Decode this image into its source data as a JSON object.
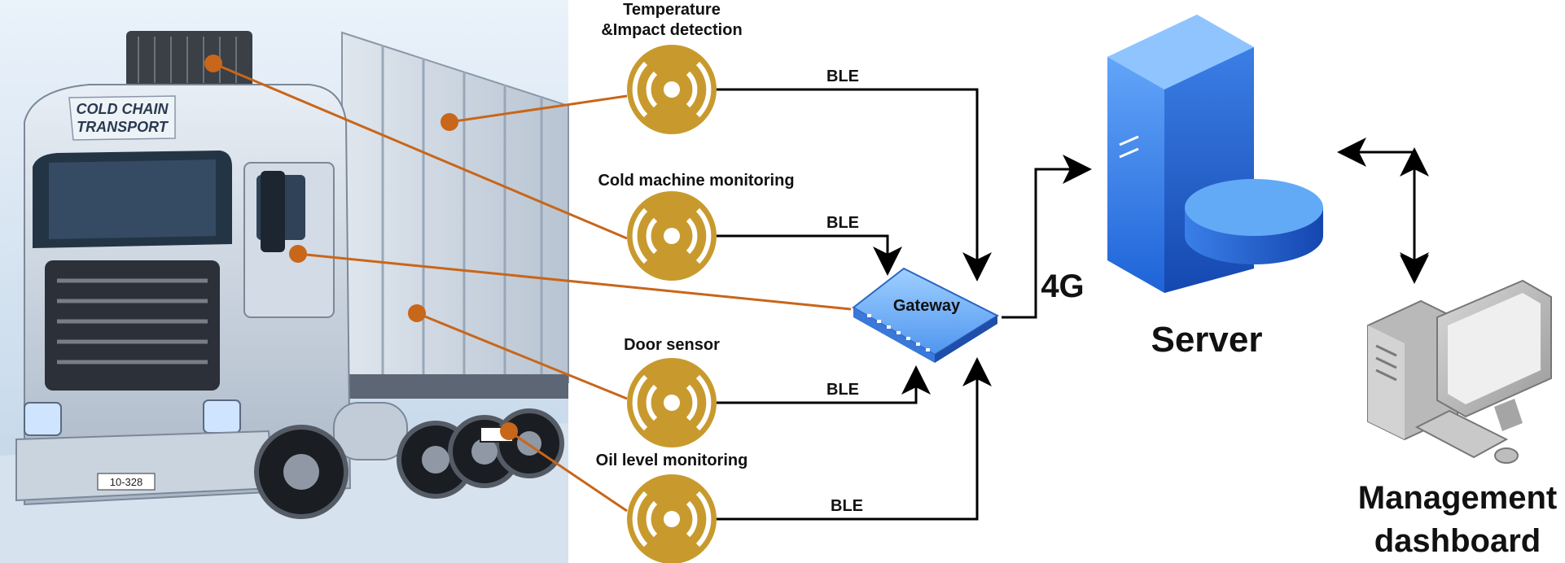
{
  "colors": {
    "sensor_fill": "#c89a2e",
    "sensor_ring": "#ffffff",
    "link_orange": "#c8661a",
    "arrow_black": "#000000",
    "server_blue": "#2f7ff0",
    "gateway_blue": "#3f7fe6"
  },
  "truck": {
    "cab_text_line1": "COLD CHAIN",
    "cab_text_line2": "TRANSPORT",
    "plate": "10-328"
  },
  "sensors": [
    {
      "label_line1": "Temperature",
      "label_line2": "&Impact detection",
      "link": "BLE"
    },
    {
      "label_line1": "Cold machine monitoring",
      "label_line2": "",
      "link": "BLE"
    },
    {
      "label_line1": "Door sensor",
      "label_line2": "",
      "link": "BLE"
    },
    {
      "label_line1": "Oil level monitoring",
      "label_line2": "",
      "link": "BLE"
    }
  ],
  "gateway": {
    "label": "Gateway"
  },
  "uplink": {
    "label": "4G"
  },
  "server": {
    "label": "Server"
  },
  "dashboard": {
    "label_line1": "Management",
    "label_line2": "dashboard"
  }
}
